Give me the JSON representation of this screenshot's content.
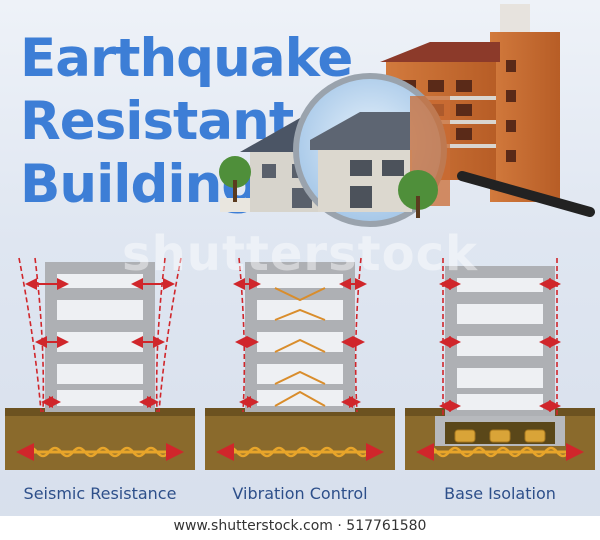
{
  "title": {
    "line1": "Earthquake",
    "line2": "Resistant",
    "line3": "Building"
  },
  "diagrams": [
    {
      "caption": "Seismic Resistance"
    },
    {
      "caption": "Vibration Control"
    },
    {
      "caption": "Base Isolation"
    }
  ],
  "watermark": "shutterstock",
  "footer": {
    "credit": "www.shutterstock.com · 517761580"
  },
  "colors": {
    "title": "#3d7ed6",
    "arrow": "#d0262b",
    "ground": "#8a6a2c",
    "building": "#a7a9ad"
  }
}
